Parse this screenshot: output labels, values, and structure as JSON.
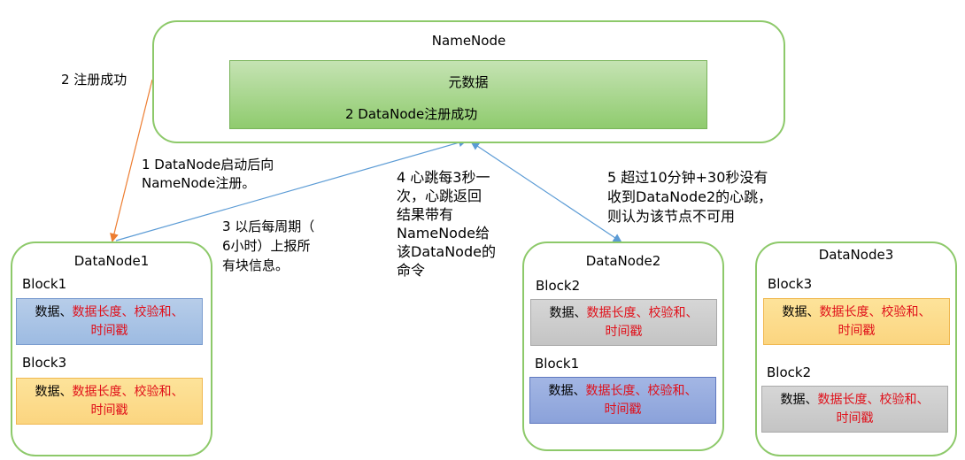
{
  "namenode": {
    "title": "NameNode",
    "metadata": "元数据",
    "register_success": "2 DataNode注册成功"
  },
  "datanodes": [
    {
      "title": "DataNode1",
      "blocks": [
        {
          "label": "Block1",
          "color": "#9dbbe2"
        },
        {
          "label": "Block3",
          "color": "#fbd580"
        }
      ]
    },
    {
      "title": "DataNode2",
      "blocks": [
        {
          "label": "Block2",
          "color": "#c4c4c4"
        },
        {
          "label": "Block1",
          "color": "#8ba2da"
        }
      ]
    },
    {
      "title": "DataNode3",
      "blocks": [
        {
          "label": "Block3",
          "color": "#fbd580"
        },
        {
          "label": "Block2",
          "color": "#c4c4c4"
        }
      ]
    }
  ],
  "block_content": {
    "data": "数据、",
    "length": "数据长度、",
    "checksum": "校验和、",
    "timestamp": "时间戳"
  },
  "annotations": {
    "reg_success": "2 注册成功",
    "start_register_1": "1 DataNode启动后向",
    "start_register_2": "NameNode注册。",
    "report_1": "3 以后每周期（",
    "report_2": "6小时）上报所",
    "report_3": "有块信息。",
    "heartbeat_1": "4 心跳每3秒一",
    "heartbeat_2": "次，心跳返回",
    "heartbeat_3": "结果带有",
    "heartbeat_4": "NameNode给",
    "heartbeat_5": "该DataNode的",
    "heartbeat_6": "命令",
    "timeout_1": "5 超过10分钟+30秒没有",
    "timeout_2": "收到DataNode2的心跳，",
    "timeout_3": "则认为该节点不可用"
  },
  "colors": {
    "node_border": "#8dc96a",
    "metadata_fill": "#8fcb6e",
    "orange_arrow": "#ed7d31",
    "blue_arrow": "#5b9bd5",
    "red_text": "#e0101a"
  }
}
